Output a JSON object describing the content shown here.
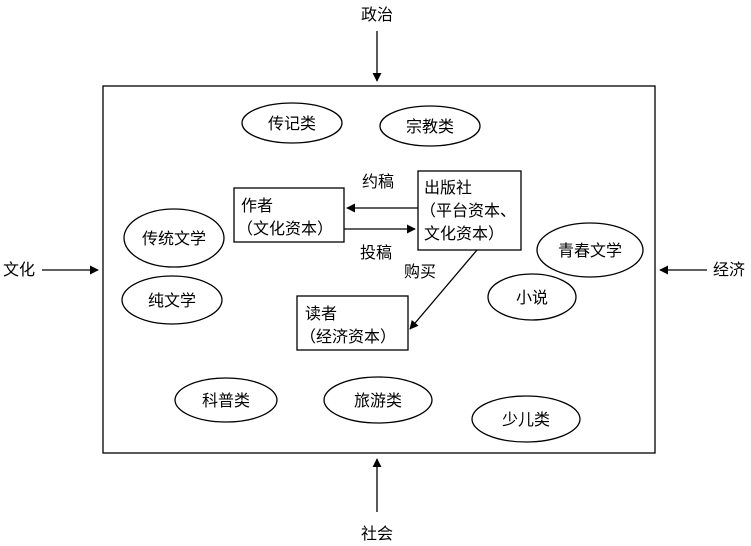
{
  "external_forces": {
    "top": "政治",
    "bottom": "社会",
    "left": "文化",
    "right": "经济"
  },
  "actors": {
    "author": {
      "line1": "作者",
      "line2": "（文化资本）"
    },
    "publisher": {
      "line1": "出版社",
      "line2": "（平台资本、",
      "line3": "文化资本）"
    },
    "reader": {
      "line1": "读者",
      "line2": "（经济资本）"
    }
  },
  "relations": {
    "commission": "约稿",
    "submission": "投稿",
    "purchase": "购买"
  },
  "genres": {
    "biography": "传记类",
    "religion": "宗教类",
    "traditional_literature": "传统文学",
    "pure_literature": "纯文学",
    "youth_literature": "青春文学",
    "novel": "小说",
    "popular_science": "科普类",
    "travel": "旅游类",
    "children": "少儿类"
  },
  "colors": {
    "stroke": "#000000",
    "background": "#ffffff"
  }
}
